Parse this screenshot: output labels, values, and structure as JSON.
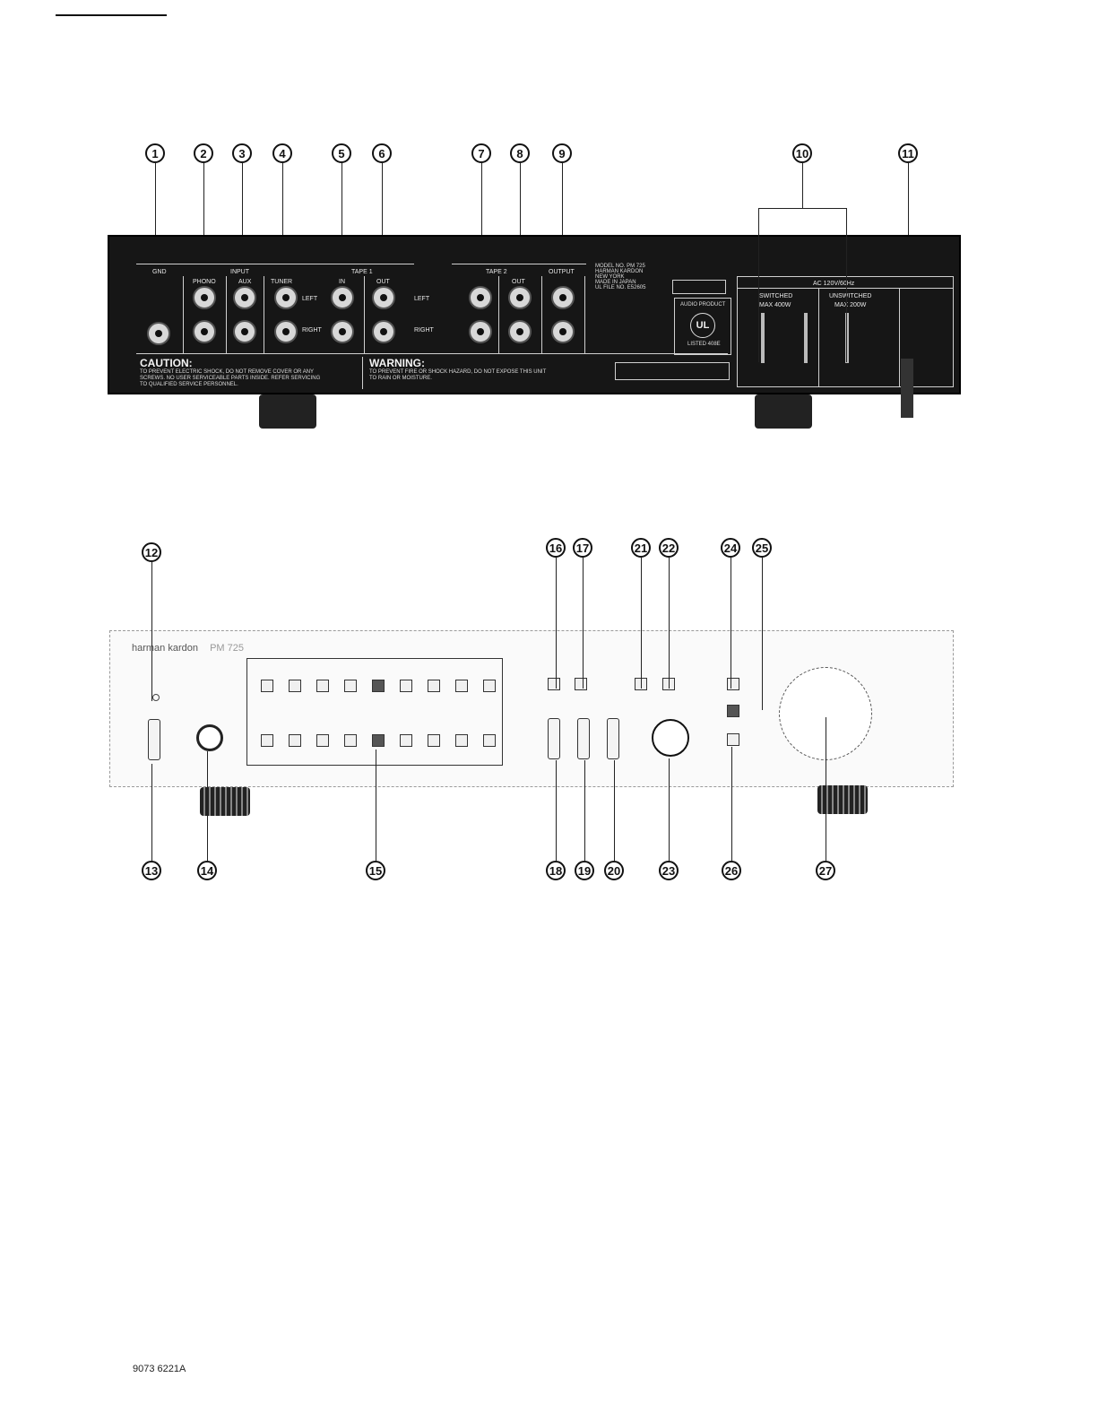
{
  "rear_panel": {
    "callouts": [
      "1",
      "2",
      "3",
      "4",
      "5",
      "6",
      "7",
      "8",
      "9",
      "10",
      "11"
    ],
    "labels": {
      "gnd": "GND",
      "input": "INPUT",
      "phono": "PHONO",
      "aux": "AUX",
      "tuner": "TUNER",
      "tape1": "TAPE 1",
      "tape1_in": "IN",
      "tape1_out": "OUT",
      "left": "LEFT",
      "right": "RIGHT",
      "tape2": "TAPE 2",
      "tape2_out": "OUT",
      "output": "OUTPUT",
      "model_lines": [
        "MODEL NO. PM 725",
        "HARMAN KARDON",
        "NEW YORK",
        "MADE IN JAPAN",
        "UL FILE NO. E52605"
      ],
      "ul_top": "AUDIO PRODUCT",
      "ul_mark": "UL",
      "ul_bottom": "LISTED 408E",
      "ac": "AC 120V/60Hz",
      "switched": "SWITCHED",
      "switched_max": "MAX 400W",
      "unswitched": "UNSWITCHED",
      "unswitched_max": "MAX 200W",
      "caution": "CAUTION:",
      "caution_text_1": "TO PREVENT ELECTRIC SHOCK, DO NOT REMOVE COVER OR ANY",
      "caution_text_2": "SCREWS. NO USER SERVICEABLE PARTS INSIDE. REFER SERVICING",
      "caution_text_3": "TO QUALIFIED SERVICE PERSONNEL.",
      "warning": "WARNING:",
      "warning_text_1": "TO PREVENT FIRE OR SHOCK HAZARD, DO NOT EXPOSE THIS UNIT",
      "warning_text_2": "TO RAIN OR MOISTURE."
    }
  },
  "front_panel": {
    "callouts_top": [
      "12",
      "16",
      "17",
      "21",
      "22",
      "24",
      "25"
    ],
    "callouts_bottom": [
      "13",
      "14",
      "15",
      "18",
      "19",
      "20",
      "23",
      "26",
      "27"
    ],
    "brand": "harman kardon",
    "model": "PM 725"
  },
  "footer": {
    "code": "9073 6221A"
  }
}
